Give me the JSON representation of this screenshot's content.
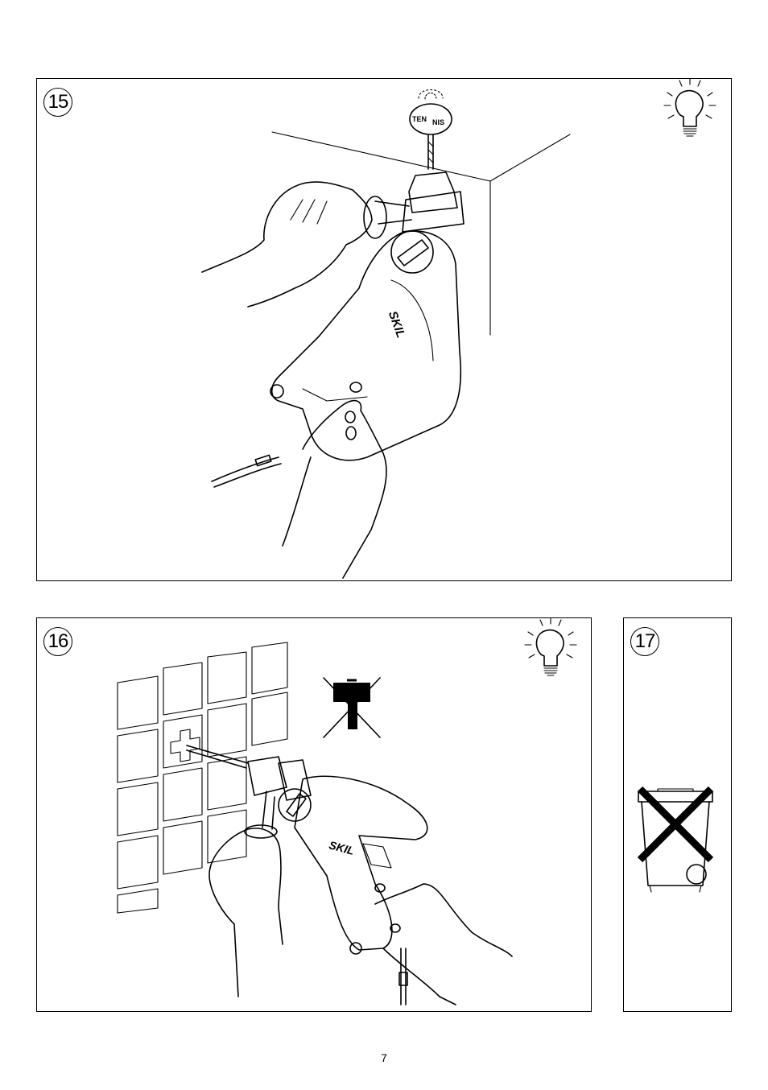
{
  "figures": [
    {
      "number": "15",
      "icon": "bulb-icon",
      "chuck_label_left": "TEN",
      "chuck_label_right": "NIS",
      "brand": "SKIL"
    },
    {
      "number": "16",
      "icon": "bulb-icon",
      "prohibited_icon": "no-hammer-icon",
      "brand": "SKIL"
    },
    {
      "number": "17",
      "icon": "crossed-wheelie-bin-icon"
    }
  ],
  "page_number": "7",
  "colors": {
    "ink": "#000000",
    "paper": "#ffffff"
  }
}
